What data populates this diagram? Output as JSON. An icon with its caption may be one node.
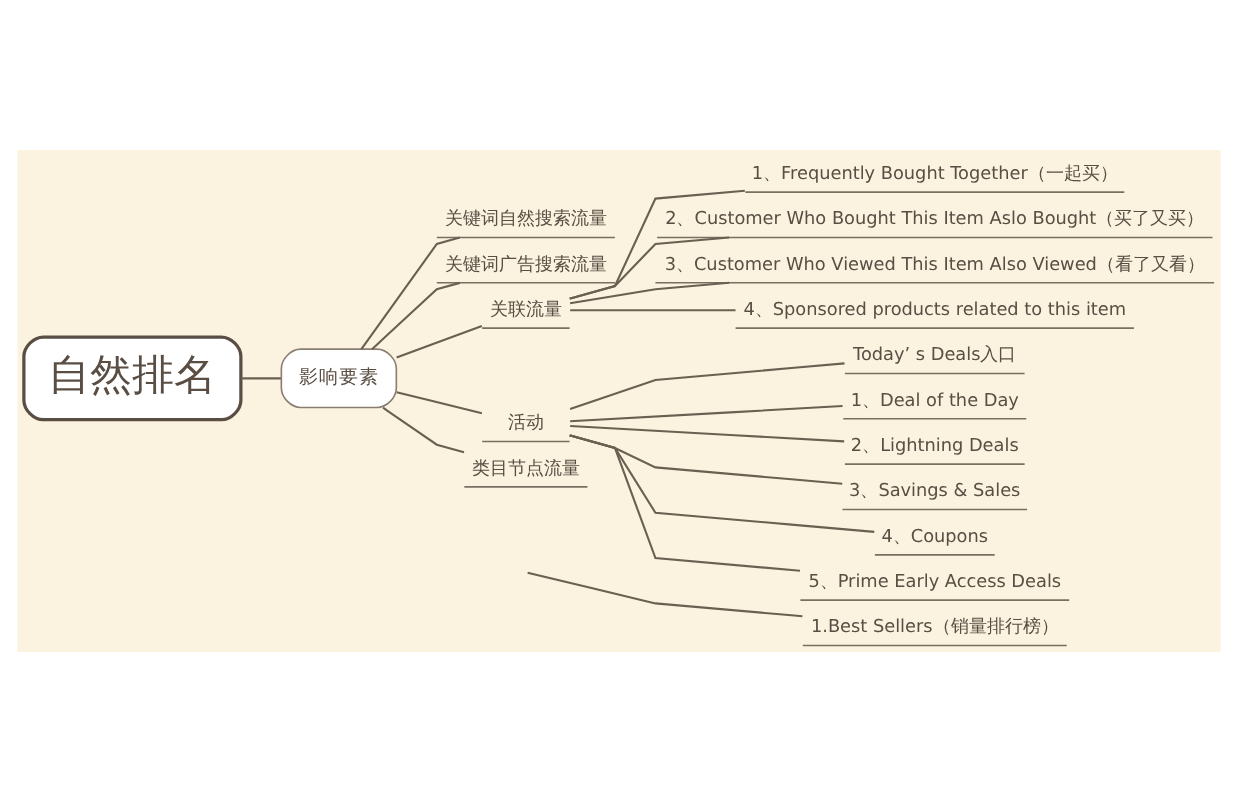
{
  "diagram": {
    "nodes": [
      {
        "text": [
          "自然排名"
        ]
      },
      {
        "text": [
          "影响要素"
        ]
      },
      {
        "text": [
          "关键词自然搜索流量"
        ]
      },
      {
        "text": [
          "关键词广告搜索流量"
        ]
      },
      {
        "text": [
          "关联流量"
        ]
      },
      {
        "text": [
          "1、Frequently Bought Together（一起买）"
        ]
      },
      {
        "text": [
          "2、Customer Who Bought This Item Aslo Bought（买了又买）"
        ]
      },
      {
        "text": [
          "3、Customer Who Viewed This Item Also Viewed（看了又看）"
        ]
      },
      {
        "text": [
          "4、Sponsored products related to this item"
        ]
      },
      {
        "text": [
          "活动"
        ]
      },
      {
        "text": [
          "Today’ s Deals入口"
        ]
      },
      {
        "text": [
          "1、Deal of the Day"
        ]
      },
      {
        "text": [
          "2、Lightning Deals"
        ]
      },
      {
        "text": [
          "3、Savings & Sales"
        ]
      },
      {
        "text": [
          "4、Coupons"
        ]
      },
      {
        "text": [
          "5、Prime Early Access Deals"
        ]
      },
      {
        "text": [
          "类目节点流量"
        ]
      },
      {
        "text": [
          "1.Best Sellers（销量排行榜）"
        ]
      }
    ],
    "edges": [
      {
        "from": 0,
        "to": 1,
        "arrow": "none"
      },
      {
        "from": 1,
        "to": 2,
        "arrow": "none"
      },
      {
        "from": 1,
        "to": 3,
        "arrow": "none"
      },
      {
        "from": 1,
        "to": 4,
        "arrow": "none"
      },
      {
        "from": 4,
        "to": 5,
        "arrow": "none"
      },
      {
        "from": 4,
        "to": 6,
        "arrow": "none"
      },
      {
        "from": 4,
        "to": 7,
        "arrow": "none"
      },
      {
        "from": 4,
        "to": 8,
        "arrow": "none"
      },
      {
        "from": 1,
        "to": 9,
        "arrow": "none"
      },
      {
        "from": 9,
        "to": 10,
        "arrow": "none"
      },
      {
        "from": 9,
        "to": 11,
        "arrow": "none"
      },
      {
        "from": 9,
        "to": 12,
        "arrow": "none"
      },
      {
        "from": 9,
        "to": 13,
        "arrow": "none"
      },
      {
        "from": 9,
        "to": 14,
        "arrow": "none"
      },
      {
        "from": 9,
        "to": 15,
        "arrow": "none"
      },
      {
        "from": 1,
        "to": 16,
        "arrow": "none"
      },
      {
        "from": null,
        "to": 17,
        "arrow": "none"
      }
    ]
  }
}
